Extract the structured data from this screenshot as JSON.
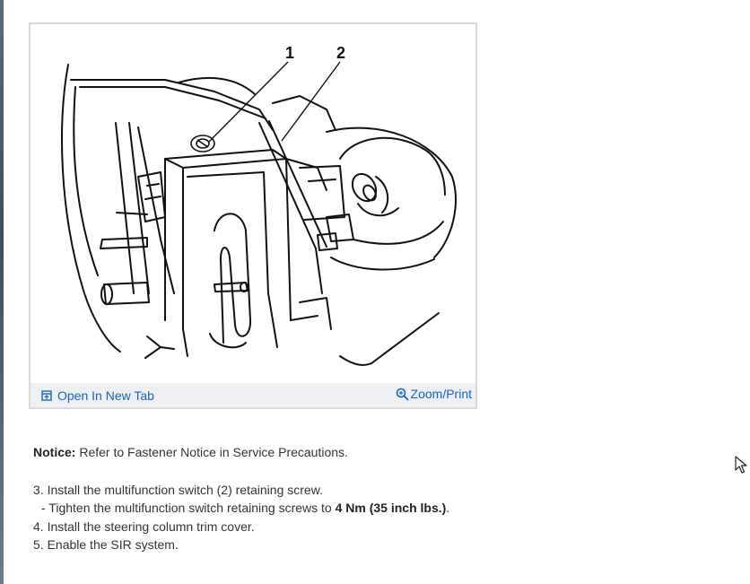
{
  "figure": {
    "callouts": [
      "1",
      "2"
    ],
    "open_in_new_tab": "Open In New Tab",
    "open_tab_icon": "open-new-tab-icon",
    "zoom_print": "Zoom/Print",
    "zoom_icon": "magnifier-zoom-icon"
  },
  "notice": {
    "label": "Notice:",
    "text": " Refer to Fastener Notice in Service Precautions."
  },
  "steps": [
    {
      "text": "3. Install the multifunction switch (2) retaining screw."
    },
    {
      "prefix": "- Tighten the multifunction switch retaining screws to ",
      "bold": "4 Nm (35 inch lbs.)",
      "suffix": "."
    },
    {
      "text": "4. Install the steering column trim cover."
    },
    {
      "text": "5. Enable the SIR system."
    }
  ],
  "colors": {
    "link": "#1565c0",
    "text": "#333333",
    "caption_bg": "#eef0f3",
    "frame": "#d7d9dc"
  }
}
